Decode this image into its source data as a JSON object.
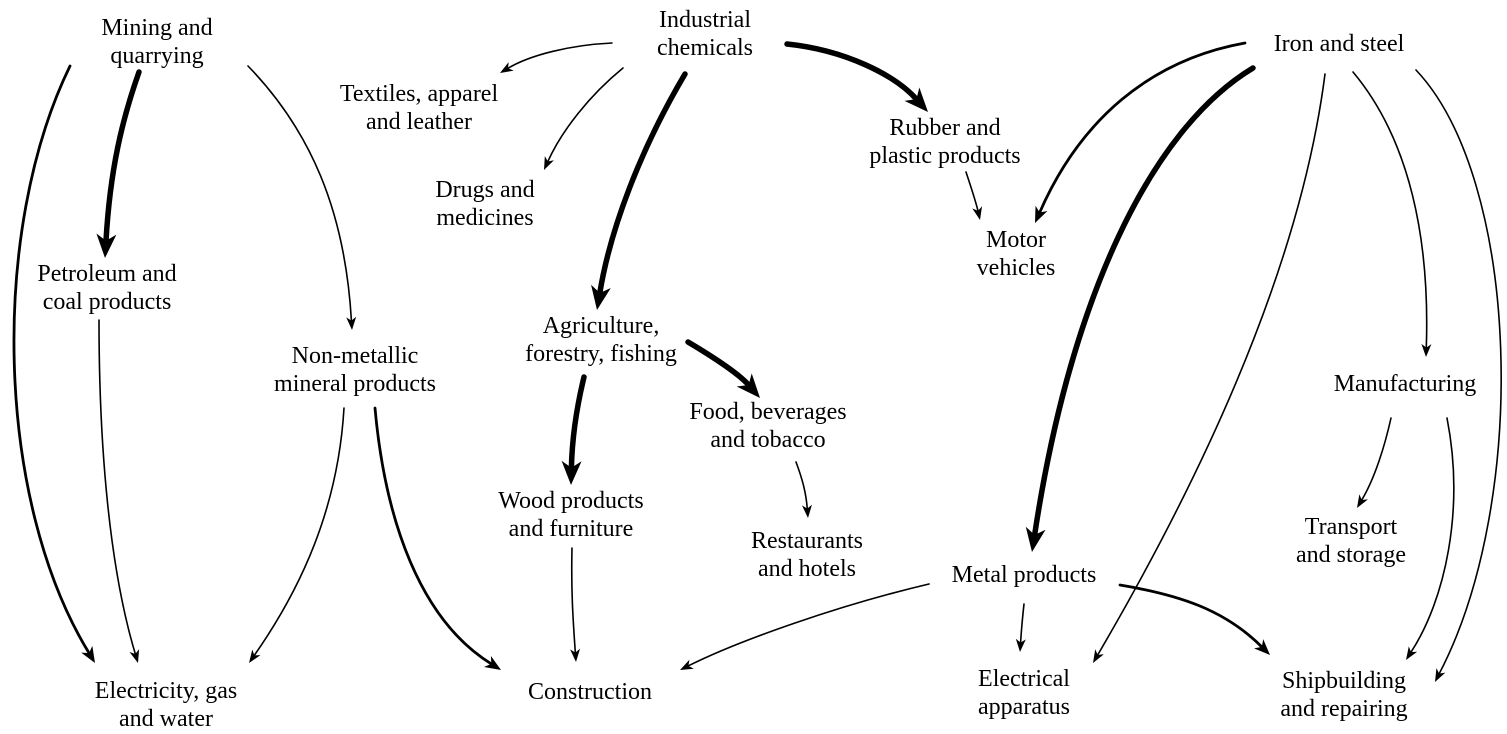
{
  "colors": {
    "ink": "#000000",
    "background": "#ffffff"
  },
  "nodes": {
    "mining": {
      "line1": "Mining and",
      "line2": "quarrying"
    },
    "petroleum": {
      "line1": "Petroleum and",
      "line2": "coal products"
    },
    "electricity": {
      "line1": "Electricity, gas",
      "line2": "and water"
    },
    "nonmetallic": {
      "line1": "Non-metallic",
      "line2": "mineral products"
    },
    "chemicals": {
      "line1": "Industrial",
      "line2": "chemicals"
    },
    "textiles": {
      "line1": "Textiles, apparel",
      "line2": "and leather"
    },
    "drugs": {
      "line1": "Drugs and",
      "line2": "medicines"
    },
    "rubber": {
      "line1": "Rubber and",
      "line2": "plastic products"
    },
    "agriculture": {
      "line1": "Agriculture,",
      "line2": "forestry, fishing"
    },
    "food": {
      "line1": "Food, beverages",
      "line2": "and tobacco"
    },
    "wood": {
      "line1": "Wood products",
      "line2": "and furniture"
    },
    "restaurants": {
      "line1": "Restaurants",
      "line2": "and hotels"
    },
    "construction": {
      "line1": "Construction"
    },
    "motor": {
      "line1": "Motor",
      "line2": "vehicles"
    },
    "iron": {
      "line1": "Iron and steel"
    },
    "manufacturing": {
      "line1": "Manufacturing"
    },
    "transport": {
      "line1": "Transport",
      "line2": "and storage"
    },
    "metal": {
      "line1": "Metal products"
    },
    "electrical": {
      "line1": "Electrical",
      "line2": "apparatus"
    },
    "shipbuilding": {
      "line1": "Shipbuilding",
      "line2": "and repairing"
    }
  },
  "edges": [
    {
      "from": "mining",
      "to": "petroleum",
      "weight": "heavy"
    },
    {
      "from": "mining",
      "to": "electricity",
      "weight": "medium"
    },
    {
      "from": "mining",
      "to": "nonmetallic",
      "weight": "light"
    },
    {
      "from": "petroleum",
      "to": "electricity",
      "weight": "light"
    },
    {
      "from": "nonmetallic",
      "to": "electricity",
      "weight": "light"
    },
    {
      "from": "nonmetallic",
      "to": "construction",
      "weight": "medium"
    },
    {
      "from": "chemicals",
      "to": "textiles",
      "weight": "light"
    },
    {
      "from": "chemicals",
      "to": "drugs",
      "weight": "light"
    },
    {
      "from": "chemicals",
      "to": "agriculture",
      "weight": "heavy"
    },
    {
      "from": "chemicals",
      "to": "rubber",
      "weight": "heavy"
    },
    {
      "from": "rubber",
      "to": "motor",
      "weight": "light"
    },
    {
      "from": "agriculture",
      "to": "wood",
      "weight": "heavy"
    },
    {
      "from": "agriculture",
      "to": "food",
      "weight": "heavy"
    },
    {
      "from": "food",
      "to": "restaurants",
      "weight": "light"
    },
    {
      "from": "wood",
      "to": "construction",
      "weight": "light"
    },
    {
      "from": "metal",
      "to": "construction",
      "weight": "light"
    },
    {
      "from": "metal",
      "to": "electrical",
      "weight": "light"
    },
    {
      "from": "metal",
      "to": "shipbuilding",
      "weight": "medium"
    },
    {
      "from": "iron",
      "to": "motor",
      "weight": "medium"
    },
    {
      "from": "iron",
      "to": "metal",
      "weight": "heavy"
    },
    {
      "from": "iron",
      "to": "electrical",
      "weight": "light"
    },
    {
      "from": "iron",
      "to": "manufacturing",
      "weight": "light"
    },
    {
      "from": "iron",
      "to": "shipbuilding",
      "weight": "light"
    },
    {
      "from": "manufacturing",
      "to": "transport",
      "weight": "light"
    },
    {
      "from": "manufacturing",
      "to": "shipbuilding",
      "weight": "light"
    }
  ]
}
